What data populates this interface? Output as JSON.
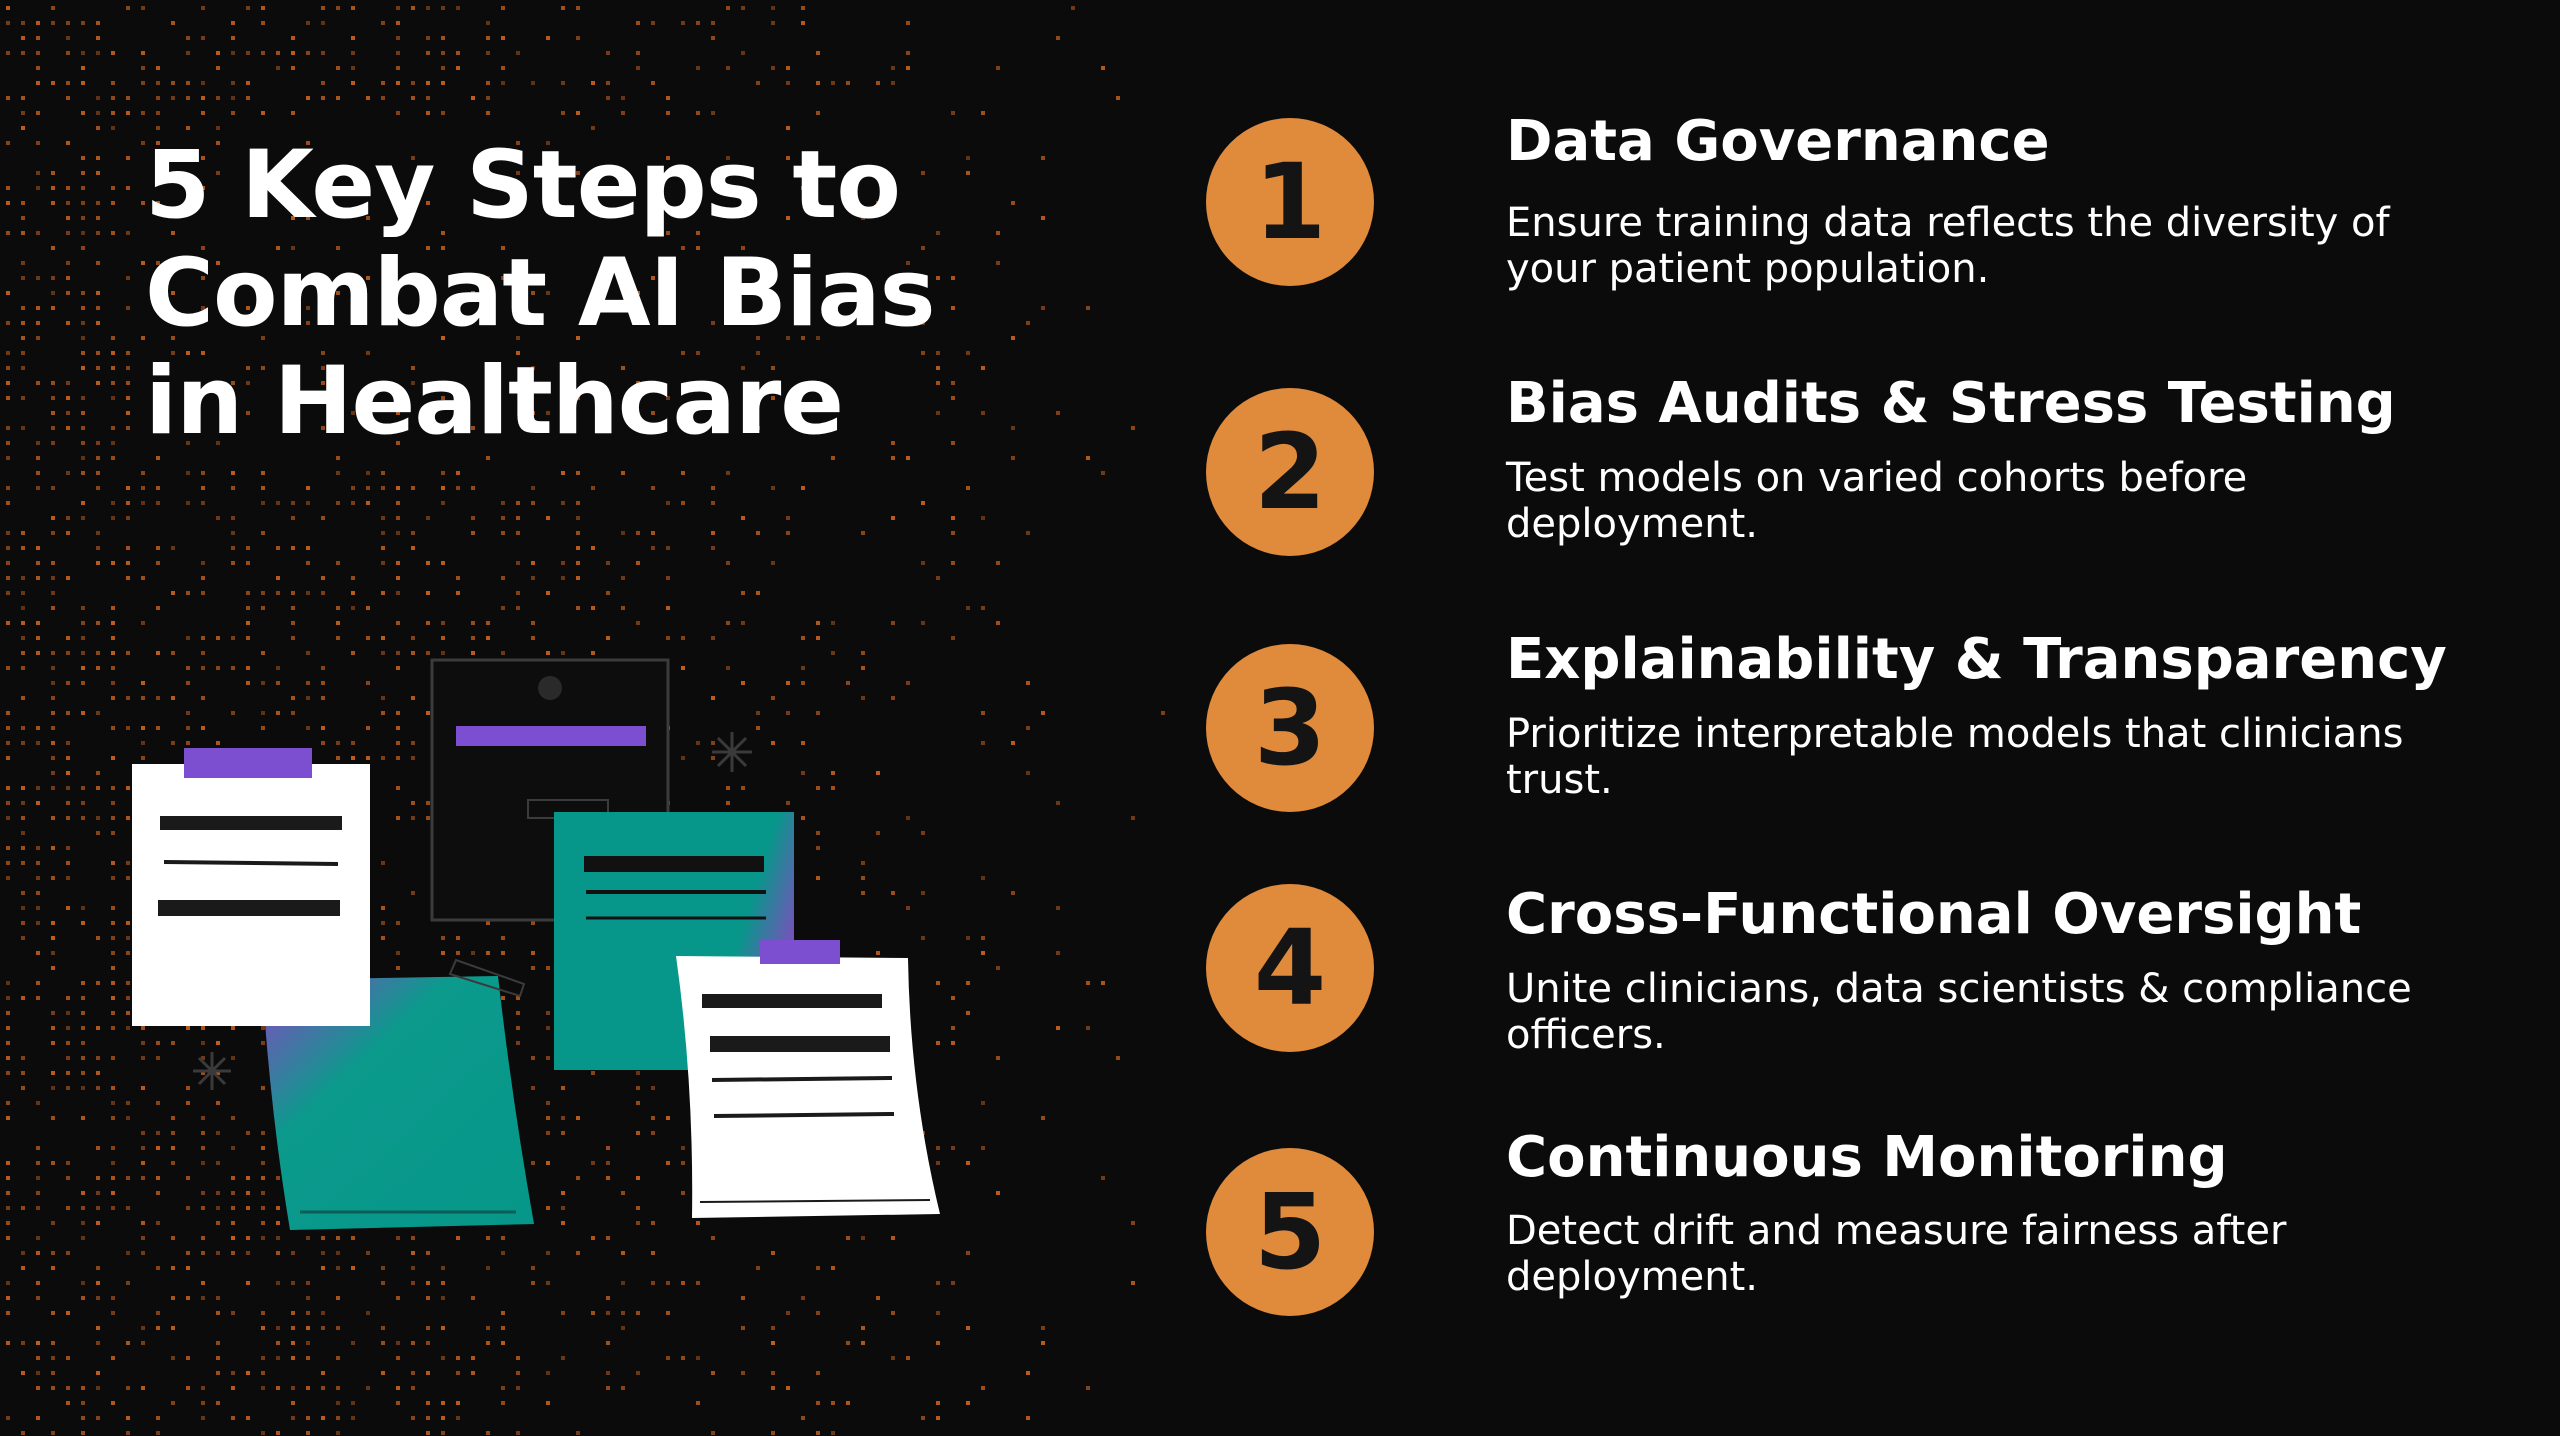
{
  "title": "5 Key Steps to Combat AI Bias in Healthcare",
  "colors": {
    "background": "#0b0b0c",
    "accent": "#e08a3c",
    "dot": "#c8621e",
    "teal": "#07978a",
    "purple": "#7b4fd0",
    "paper": "#ffffff"
  },
  "illustration": {
    "icon": "sticky-notes-illustration"
  },
  "steps": [
    {
      "number": "1",
      "title": "Data Governance",
      "description": "Ensure training data reflects the diversity of your patient population."
    },
    {
      "number": "2",
      "title": "Bias Audits & Stress Testing",
      "description": "Test models on varied cohorts before deployment."
    },
    {
      "number": "3",
      "title": "Explainability & Transparency",
      "description": "Prioritize interpretable models that clinicians trust."
    },
    {
      "number": "4",
      "title": "Cross-Functional Oversight",
      "description": "Unite clinicians, data scientists & compliance officers."
    },
    {
      "number": "5",
      "title": "Continuous Monitoring",
      "description": "Detect drift and measure fairness after deployment."
    }
  ]
}
